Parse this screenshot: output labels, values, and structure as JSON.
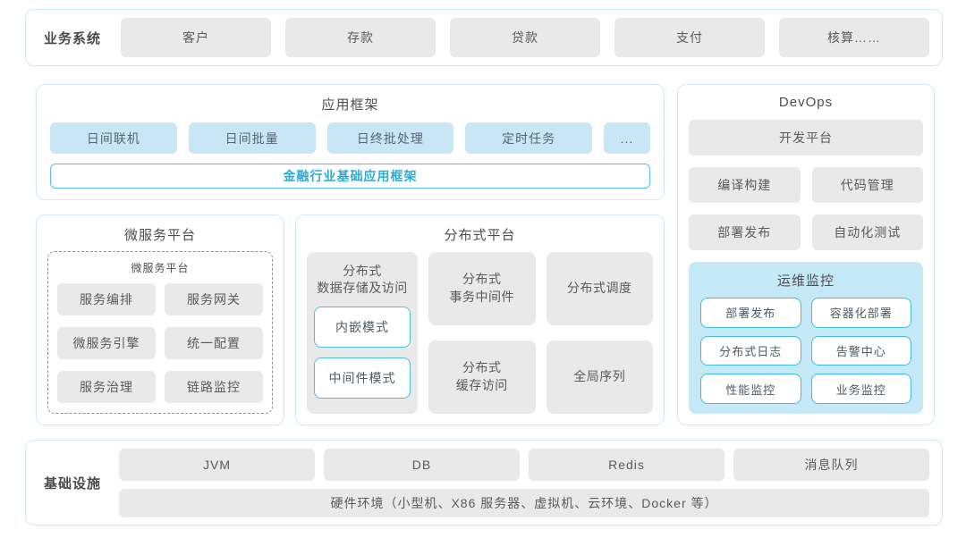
{
  "business": {
    "label": "业务系统",
    "items": [
      "客户",
      "存款",
      "贷款",
      "支付",
      "核算……"
    ]
  },
  "app_framework": {
    "title": "应用框架",
    "modules": [
      "日间联机",
      "日间批量",
      "日终批处理",
      "定时任务",
      "..."
    ],
    "base_framework": "金融行业基础应用框架"
  },
  "devops": {
    "title": "DevOps",
    "dev_platform": "开发平台",
    "tools": [
      "编译构建",
      "代码管理",
      "部署发布",
      "自动化测试"
    ],
    "ops_monitoring": {
      "title": "运维监控",
      "items": [
        "部署发布",
        "容器化部署",
        "分布式日志",
        "告警中心",
        "性能监控",
        "业务监控"
      ]
    }
  },
  "microservice": {
    "title": "微服务平台",
    "inner_title": "微服务平台",
    "items": [
      "服务编排",
      "服务网关",
      "微服务引擎",
      "统一配置",
      "服务治理",
      "链路监控"
    ]
  },
  "distributed": {
    "title": "分布式平台",
    "storage": {
      "label": "分布式\n数据存储及访问",
      "modes": [
        "内嵌模式",
        "中间件模式"
      ]
    },
    "cells": [
      "分布式\n事务中间件",
      "分布式调度",
      "分布式\n缓存访问",
      "全局序列"
    ]
  },
  "infrastructure": {
    "label": "基础设施",
    "items": [
      "JVM",
      "DB",
      "Redis",
      "消息队列"
    ],
    "hardware": "硬件环境（小型机、X86 服务器、虚拟机、云环境、Docker 等）"
  },
  "colors": {
    "panel_border": "#cfe9f3",
    "box_gray": "#e9e9e9",
    "box_blue": "#c9e6f7",
    "ops_panel_bg": "#c6e9f8",
    "cyan_border": "#3fbcdf",
    "accent_text": "#29abd6",
    "text": "#595959"
  }
}
